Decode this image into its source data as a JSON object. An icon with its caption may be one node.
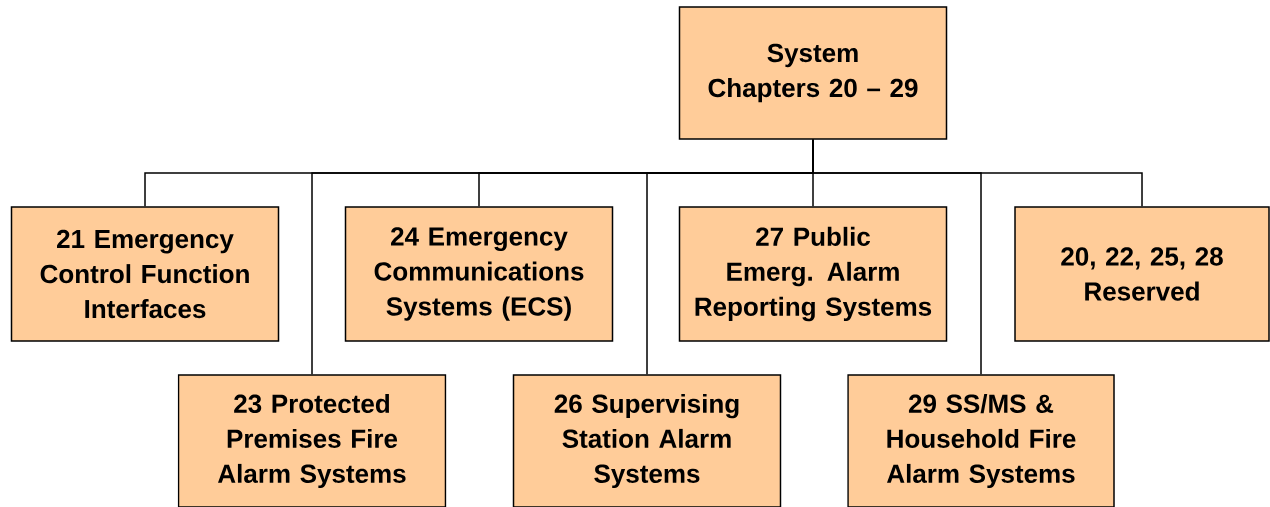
{
  "diagram": {
    "nodes": [
      {
        "text": [
          "System Chapters 20 – 29"
        ]
      },
      {
        "text": [
          "21 Emergency Control Function Interfaces"
        ]
      },
      {
        "text": [
          "24 Emergency Communications Systems (ECS)"
        ]
      },
      {
        "text": [
          "27 Public Emerg. Alarm Reporting Systems"
        ]
      },
      {
        "text": [
          "20, 22, 25, 28 Reserved"
        ]
      },
      {
        "text": [
          "23 Protected Premises Fire Alarm Systems"
        ]
      },
      {
        "text": [
          "26 Supervising Station Alarm Systems"
        ]
      },
      {
        "text": [
          "29 SS/MS & Household Fire Alarm Systems"
        ]
      }
    ],
    "edges": [
      {
        "from": 0,
        "to": 1,
        "arrow": "none"
      },
      {
        "from": 0,
        "to": 5,
        "arrow": "none"
      },
      {
        "from": 0,
        "to": 2,
        "arrow": "none"
      },
      {
        "from": 0,
        "to": 6,
        "arrow": "none"
      },
      {
        "from": 0,
        "to": 3,
        "arrow": "none"
      },
      {
        "from": 0,
        "to": 7,
        "arrow": "none"
      },
      {
        "from": 0,
        "to": 4,
        "arrow": "none"
      }
    ]
  }
}
